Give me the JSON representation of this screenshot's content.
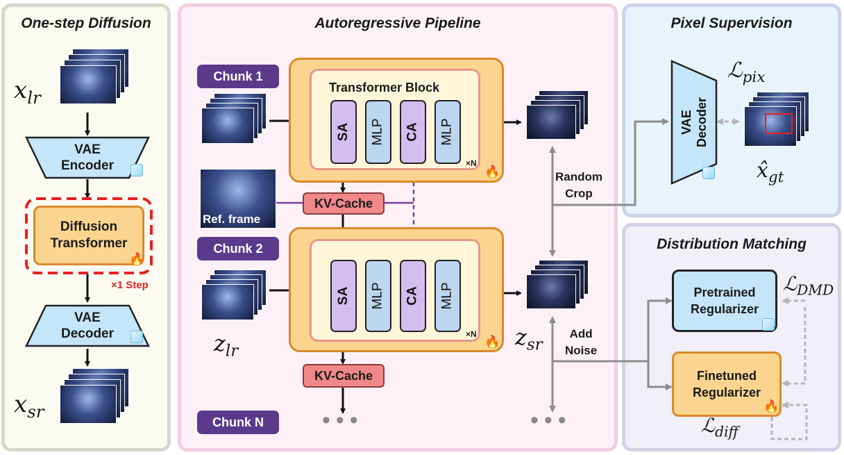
{
  "panels": {
    "one_step": "One-step Diffusion",
    "autoregressive": "Autoregressive Pipeline",
    "pixel": "Pixel Supervision",
    "distribution": "Distribution Matching"
  },
  "left": {
    "x_lr": "x",
    "x_lr_sub": "lr",
    "vae_encoder": "VAE\nEncoder",
    "diffusion_transformer": "Diffusion\nTransformer",
    "step": "×1 Step",
    "vae_decoder": "VAE\nDecoder",
    "x_sr": "x",
    "x_sr_sub": "sr"
  },
  "center": {
    "chunk1": "Chunk 1",
    "chunk2": "Chunk 2",
    "chunkN": "Chunk N",
    "transformer_block": "Transformer Block",
    "blocks": [
      "SA",
      "MLP",
      "CA",
      "MLP"
    ],
    "xN": "×N",
    "kv_cache": "KV-Cache",
    "ref_frame": "Ref. frame",
    "z_lr": "z",
    "z_lr_sub": "lr",
    "z_sr": "z",
    "z_sr_sub": "sr",
    "random_crop": "Random\nCrop",
    "add_noise": "Add\nNoise"
  },
  "pixel": {
    "vae_decoder": "VAE\nDecoder",
    "l_pix": "ℒ",
    "l_pix_sub": "pix",
    "x_gt": "x̂",
    "x_gt_sub": "gt"
  },
  "dist": {
    "pretrained": "Pretrained\nRegularizer",
    "finetuned": "Finetuned\nRegularizer",
    "l_dmd": "ℒ",
    "l_dmd_sub": "DMD",
    "l_diff": "ℒ",
    "l_diff_sub": "diff"
  },
  "colors": {
    "left_panel_border": "#d9d6cc",
    "left_panel_bg": "#fbfbf2",
    "center_panel_border": "#f3cde0",
    "center_panel_bg": "#fdf1f7",
    "pixel_panel_border": "#c9d3ea",
    "pixel_panel_bg": "#e9f3fb",
    "dist_panel_border": "#d6d0e6",
    "dist_panel_bg": "#f1eff8",
    "vae_fill": "#c5e6fa",
    "diffusion_fill": "#fbd58f",
    "transformer_outer": "#fbd58f",
    "transformer_inner": "#fff6da",
    "sa_ca_fill": "#d4bdf0",
    "mlp_fill": "#bcd6ef",
    "kv_fill": "#f0888a",
    "chunk_fill": "#5b3a8c",
    "purple_line": "#7a3fa0",
    "gray_line": "#8c8c8c",
    "red_dash": "#e82020"
  }
}
